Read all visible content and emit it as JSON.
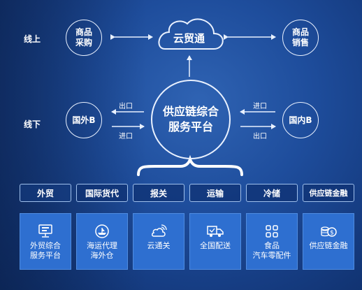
{
  "rows": {
    "online": "线上",
    "offline": "线下"
  },
  "cloud": {
    "label": "云贸通"
  },
  "hub": {
    "line1": "供应链综合",
    "line2": "服务平台"
  },
  "nodes": {
    "purchase": {
      "line1": "商品",
      "line2": "采购"
    },
    "sales": {
      "line1": "商品",
      "line2": "销售"
    },
    "foreign_b": "国外B",
    "domestic_b": "国内B"
  },
  "flows": {
    "left_export": "出口",
    "left_import": "进口",
    "right_import": "进口",
    "right_export": "出口"
  },
  "services": [
    {
      "tab": "外贸",
      "icon": "monitor-icon",
      "lines": [
        "外贸综合",
        "服务平台"
      ]
    },
    {
      "tab": "国际货代",
      "icon": "globe-ship-icon",
      "lines": [
        "海运代理",
        "海外仓"
      ]
    },
    {
      "tab": "报关",
      "icon": "cloud-signal-icon",
      "lines": [
        "云通关"
      ]
    },
    {
      "tab": "运输",
      "icon": "truck-icon",
      "lines": [
        "全国配送"
      ]
    },
    {
      "tab": "冷储",
      "icon": "grid-icon",
      "lines": [
        "食品",
        "汽车零配件"
      ]
    },
    {
      "tab": "供应链金融",
      "icon": "coins-icon",
      "lines": [
        "供应链金融"
      ]
    }
  ],
  "colors": {
    "background": "#1e4d9c",
    "card": "#2e6fd0",
    "line": "#e9f1ff"
  }
}
